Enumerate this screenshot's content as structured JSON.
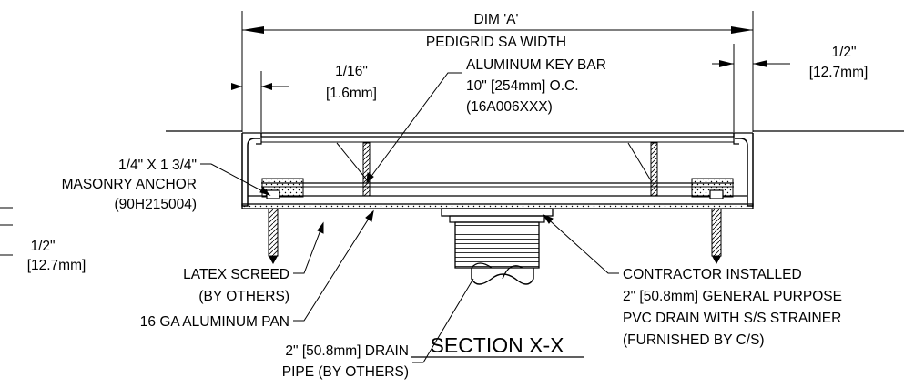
{
  "labels": {
    "dim_a_line1": "DIM 'A'",
    "dim_a_line2": "PEDIGRID SA WIDTH",
    "half_inch_right_line1": "1/2\"",
    "half_inch_right_line2": "[12.7mm]",
    "sixteenth_line1": "1/16\"",
    "sixteenth_line2": "[1.6mm]",
    "key_bar_line1": "ALUMINUM KEY BAR",
    "key_bar_line2": "10\" [254mm] O.C.",
    "key_bar_line3": "(16A006XXX)",
    "anchor_line1": "1/4\" X 1 3/4\"",
    "anchor_line2": "MASONRY ANCHOR",
    "anchor_line3": "(90H215004)",
    "half_inch_left_line1": "1/2\"",
    "half_inch_left_line2": "[12.7mm]",
    "latex_line1": "LATEX SCREED",
    "latex_line2": "(BY OTHERS)",
    "pan": "16 GA ALUMINUM PAN",
    "pipe_line1": "2\" [50.8mm] DRAIN",
    "pipe_line2": "PIPE (BY OTHERS)",
    "drain_line1": "CONTRACTOR INSTALLED",
    "drain_line2": "2\" [50.8mm] GENERAL PURPOSE",
    "drain_line3": "PVC DRAIN WITH S/S STRAINER",
    "drain_line4": "(FURNISHED BY C/S)",
    "section_title": "SECTION X-X"
  },
  "colors": {
    "line": "#000000",
    "background": "#ffffff"
  }
}
